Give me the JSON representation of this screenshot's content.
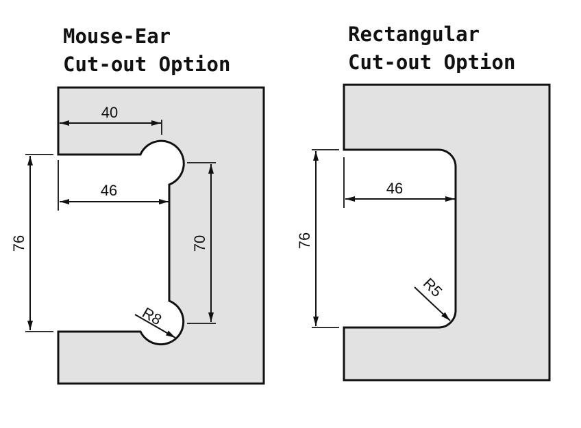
{
  "diagrams": [
    {
      "title_line1": "Mouse-Ear",
      "title_line2": "Cut-out Option",
      "dimensions": {
        "top_depth": "40",
        "inner_depth": "46",
        "opening_height": "76",
        "inner_wall_height": "70",
        "ear_radius": "R8"
      }
    },
    {
      "title_line1": "Rectangular",
      "title_line2": "Cut-out Option",
      "dimensions": {
        "inner_depth": "46",
        "opening_height": "76",
        "corner_radius": "R5"
      }
    }
  ],
  "colors": {
    "plate_fill": "#e1e2e1",
    "line": "#111111",
    "background": "#ffffff"
  }
}
